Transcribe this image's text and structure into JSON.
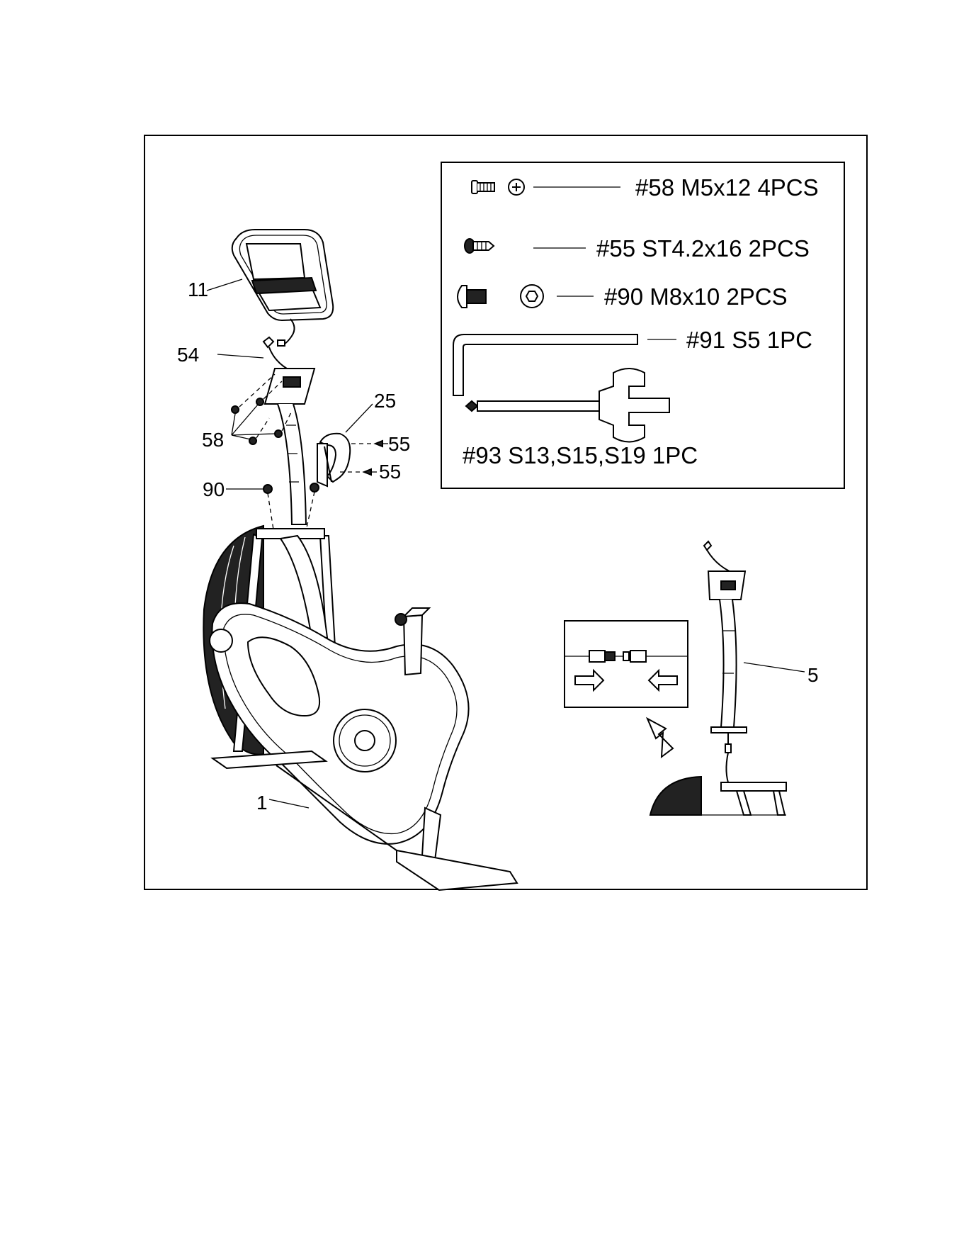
{
  "callouts": {
    "c11": "11",
    "c54": "54",
    "c58": "58",
    "c25": "25",
    "c55a": "55",
    "c55b": "55",
    "c90": "90",
    "c1": "1",
    "c5": "5"
  },
  "hardware": {
    "h58": "#58 M5x12 4PCS",
    "h55": "#55   ST4.2x16 2PCS",
    "h90": "#90 M8x10 2PCS",
    "h91": "#91 S5 1PC",
    "h93": "#93 S13,S15,S19 1PC"
  },
  "icons": [
    "screw-icon",
    "phillips-head-icon",
    "hex-head-icon",
    "allen-key-icon",
    "multi-wrench-icon",
    "arrow-right-icon",
    "arrow-left-icon",
    "arrow-up-left-icon"
  ]
}
